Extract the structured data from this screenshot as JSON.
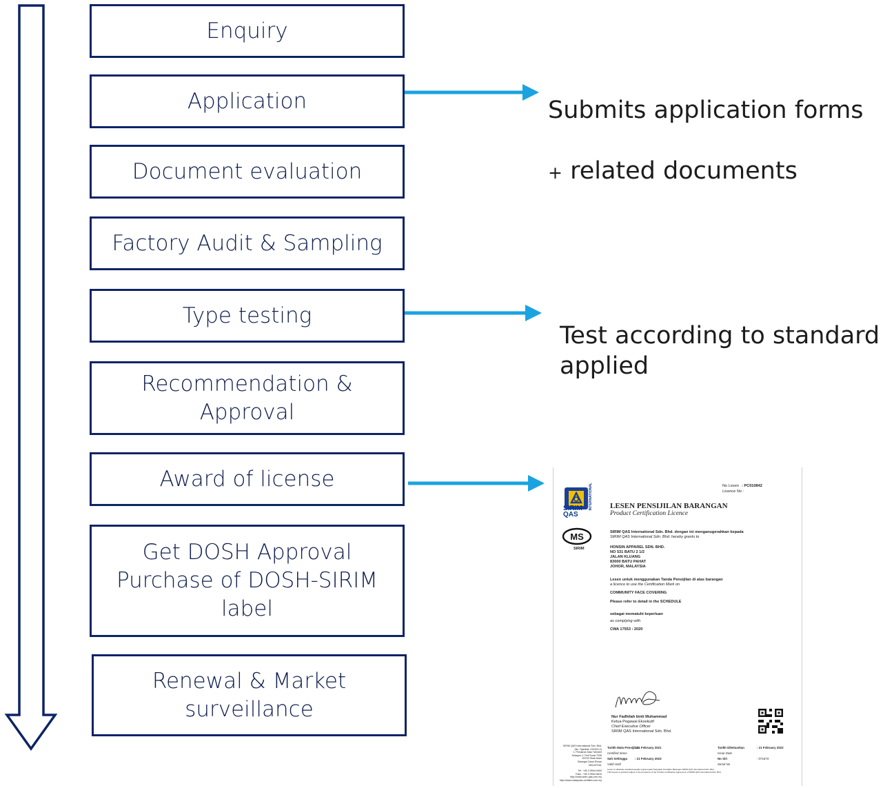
{
  "steps": [
    {
      "id": "enquiry",
      "label": "Enquiry"
    },
    {
      "id": "application",
      "label": "Application"
    },
    {
      "id": "document-evaluation",
      "label": "Document evaluation"
    },
    {
      "id": "factory-audit",
      "label": "Factory Audit & Sampling"
    },
    {
      "id": "type-testing",
      "label": "Type testing"
    },
    {
      "id": "recommendation",
      "label": "Recommendation &\nApproval"
    },
    {
      "id": "award",
      "label": "Award of license"
    },
    {
      "id": "dosh",
      "label": "Get DOSH Approval\nPurchase of DOSH-SIRIM\nlabel"
    },
    {
      "id": "renewal",
      "label": "Renewal & Market\nsurveillance"
    }
  ],
  "notes": {
    "application_line1": "Submits application forms",
    "application_plus": "+",
    "application_line2": " related documents",
    "type_testing": "Test according to standard\napplied"
  },
  "colors": {
    "box_border": "#0d2366",
    "arrow": "#1aa3e0",
    "flow_arrow": "#0d2366"
  },
  "certificate": {
    "licence_no_label": "No Lesen",
    "licence_no": ": PC010842",
    "licence_no_en": "Licence No :",
    "title": "LESEN PENSIJILAN BARANGAN",
    "subtitle": "Product Certification Licence",
    "grant_ms": "SIRIM QAS International Sdn. Bhd. dengan ini menganugerahkan kepada",
    "grant_en": "SIRIM QAS International Sdn. Bhd. hereby grants to",
    "holder": "HONSIN APPAREL SDN. BHD.\nNO 531 BATU 2 1/2\nJALAN KLUANG\n83000 BATU PAHAT\nJOHOR, MALAYSIA",
    "use_ms": "Lesen untuk menggunakan Tanda Pensijilan di atas barangan",
    "use_en": "a licence to use the Certification Mark on",
    "product": "COMMUNITY FACE COVERING",
    "schedule": "Please refer to detail in the SCHEDULE",
    "comply_ms": "sebagai mematuhi keperluan",
    "comply_en": "as complying with",
    "standard": "CWA 17553 : 2020",
    "signatory_name": "Nur Fadhilah binti Muhammad",
    "signatory_title_ms": "Ketua Pegawai Eksekutif",
    "signatory_title_en": "Chief Executive Officer",
    "signatory_org": "SIRIM QAS International Sdn. Bhd.",
    "logo_text": "SIRIM\nQAS",
    "logo_intl": "INTERNATIONAL",
    "ms_logo_text": "MS",
    "ms_caption": "SIRIM",
    "issued_label": "Tarikh Mula Pensijilan",
    "issued_label_en": "Certified Since",
    "issued_value": ": 21 February 2021",
    "valid_label": "Sah Sehingga",
    "valid_label_en": "Valid Until",
    "valid_value": ": 21 February 2023",
    "issue_date_label": "Tarikh Dikeluarkan",
    "issue_date_label_en": "Issue Date",
    "issue_date_value": ": 21 February 2022",
    "serial_label": "No Siri",
    "serial_label_en": "Serial No",
    "serial_value": ": 071673",
    "address": "SIRIM QAS International Sdn. Bhd.\n(No. Syarikat: 410334-X)\n1, Persiaran Dato' Menteri\nSeksyen 2, Peti Surat 7035\n40700 Shah Alam\nSelangor Darul Ehsan\nMALAYSIA.",
    "contact": "Tel : +60 3 5544 6400\nFaks : +60 3 5544 6810\nhttp://www.sirim-qas.com.my\nhttp://www.malaysian-certified.com.my",
    "footer_note": "Lesen ini diberikan tertakluk kepada syarat-syarat Perjanjian Pensijilan Barangan SIRIM QAS International Sdn. Bhd.\nThis licence is granted subject to the provisions of the Product Certification Agreement of SIRIM QAS International Sdn. Bhd."
  }
}
